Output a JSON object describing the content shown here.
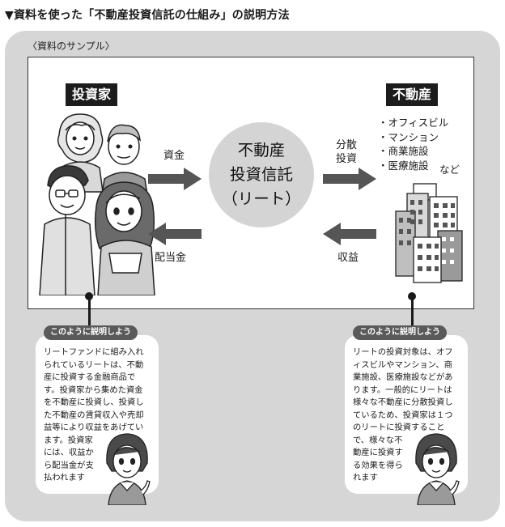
{
  "heading": "▼資料を使った「不動産投資信託の仕組み」の説明方法",
  "sample_label": "〈資料のサンプル〉",
  "investor": {
    "tag": "投資家"
  },
  "real_estate": {
    "tag": "不動産",
    "items": [
      "・オフィスビル",
      "・マンション",
      "・商業施設",
      "・医療施設"
    ],
    "etc": "など"
  },
  "fund": {
    "line1": "不動産",
    "line2": "投資信託",
    "line3": "（リート）"
  },
  "arrows": {
    "to_fund": "資金",
    "to_investor": "配当金",
    "to_realestate_line1": "分散",
    "to_realestate_line2": "投資",
    "from_realestate": "収益"
  },
  "left_bubble": {
    "tag": "このように説明しよう",
    "lines": [
      "リートファンドに組み入れ",
      "られているリートは、不動",
      "産に投資する金融商品で",
      "す。投資家から集めた資金",
      "を不動産に投資し、投資し",
      "た不動産の賃貸収入や売却",
      "益等により収益をあげてい",
      "ます。投資家",
      "には、収益か",
      "ら配当金が支",
      "払われます"
    ]
  },
  "right_bubble": {
    "tag": "このように説明しよう",
    "lines": [
      "リートの投資対象は、オフ",
      "ィスビルやマンション、商",
      "業施設、医療施設などがあ",
      "ります。一般的にリートは",
      "様々な不動産に分散投資し",
      "ているため、投資家は１つ",
      "のリートに投資すること",
      "で、様々な不",
      "動産に投資す",
      "る効果を得ら",
      "れます"
    ]
  },
  "colors": {
    "panel": "#d6d6d6",
    "tag_bg": "#1c1c1c",
    "arrow": "#555555",
    "circle": "#d4d4d4"
  }
}
